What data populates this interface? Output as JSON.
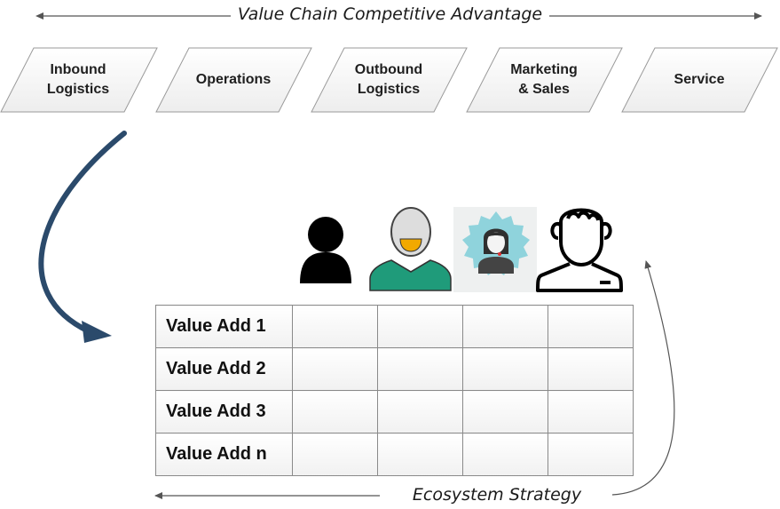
{
  "header": {
    "title": "Value Chain Competitive Advantage"
  },
  "value_chain": [
    {
      "label": "Inbound\nLogistics"
    },
    {
      "label": "Operations"
    },
    {
      "label": "Outbound\nLogistics"
    },
    {
      "label": "Marketing\n& Sales"
    },
    {
      "label": "Service"
    }
  ],
  "stakeholder_icons": [
    "person-silhouette-icon",
    "smiling-person-icon",
    "badge-woman-icon",
    "outline-person-icon"
  ],
  "value_adds": [
    {
      "label": "Value Add 1"
    },
    {
      "label": "Value Add 2"
    },
    {
      "label": "Value Add 3"
    },
    {
      "label": "Value Add n"
    }
  ],
  "footer": {
    "title": "Ecosystem Strategy"
  },
  "colors": {
    "curved_arrow": "#2b4a6b",
    "teal": "#1f9b7a",
    "badge": "#8fd3dc",
    "smile": "#f2a900"
  }
}
